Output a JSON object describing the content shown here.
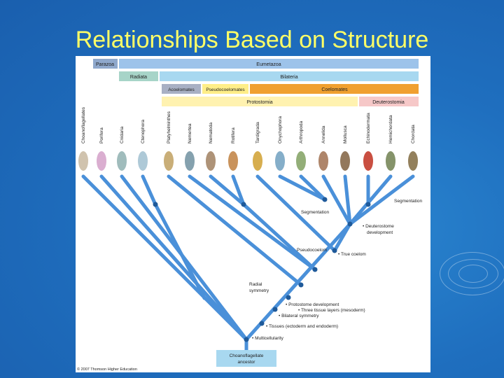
{
  "slide": {
    "title": "Relationships Based on Structure"
  },
  "diagram": {
    "bands": {
      "parazoa": "Parazoa",
      "eumetazoa": "Eumetazoa",
      "radiata": "Radiata",
      "bilateria": "Bilateria",
      "acoelomates": "Acoelomates",
      "pseudocoelomates": "Pseudocoelomates",
      "coelomates": "Coelomates",
      "protostomia": "Protostomia",
      "deuterostomia": "Deuterostomia"
    },
    "taxa": [
      "Choanoflagellates",
      "Porifera",
      "Cnidaria",
      "Ctenophora",
      "Platyhelminthes",
      "Nemertea",
      "Nematoda",
      "Rotifera",
      "Tardigrada",
      "Onychophora",
      "Arthropoda",
      "Annelida",
      "Mollusca",
      "Echinodermata",
      "Hemichordata",
      "Chordata"
    ],
    "labels": {
      "segmentation_left": "Segmentation",
      "segmentation_right": "Segmentation",
      "deuterostome": "Deuterostome development",
      "pseudocoelom": "Pseudocoelom",
      "true_coelom": "True coelom",
      "radial": "Radial symmetry",
      "protostome": "Protostome development",
      "three_tissue": "Three tissue layers (mesoderm)",
      "bilateral": "Bilateral symmetry",
      "tissues": "Tissues (ectoderm and endoderm)",
      "multicellularity": "Multicellularity",
      "ancestor": "Choanoflagellate ancestor",
      "copyright": "© 2007 Thomson Higher Education"
    },
    "colors": {
      "branch": "#4a90d9",
      "node": "#1f5a9a",
      "parazoa": "#8fa8cc",
      "eumetazoa": "#9dc3ea",
      "radiata": "#a7d4c8",
      "bilateria": "#a8d8f0",
      "acoelomates": "#a8b0c4",
      "pseudocoelomates": "#ffee88",
      "coelomates": "#f0a030",
      "protostomia": "#fff2b0",
      "deuterostomia": "#f6c8c8"
    }
  }
}
